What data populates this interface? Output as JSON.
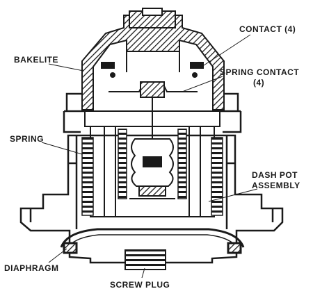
{
  "labels": {
    "contact": "CONTACT (4)",
    "bakelite": "BAKELITE",
    "spring_contact_line1": "SPRING CONTACT",
    "spring_contact_line2": "(4)",
    "spring": "SPRING",
    "dash_pot_line1": "DASH POT",
    "dash_pot_line2": "ASSEMBLY",
    "diaphragm": "DIAPHRAGM",
    "screw_plug": "SCREW PLUG"
  },
  "colors": {
    "ink": "#1a1a1a",
    "paper": "#ffffff",
    "shade": "#c9c9c9"
  }
}
